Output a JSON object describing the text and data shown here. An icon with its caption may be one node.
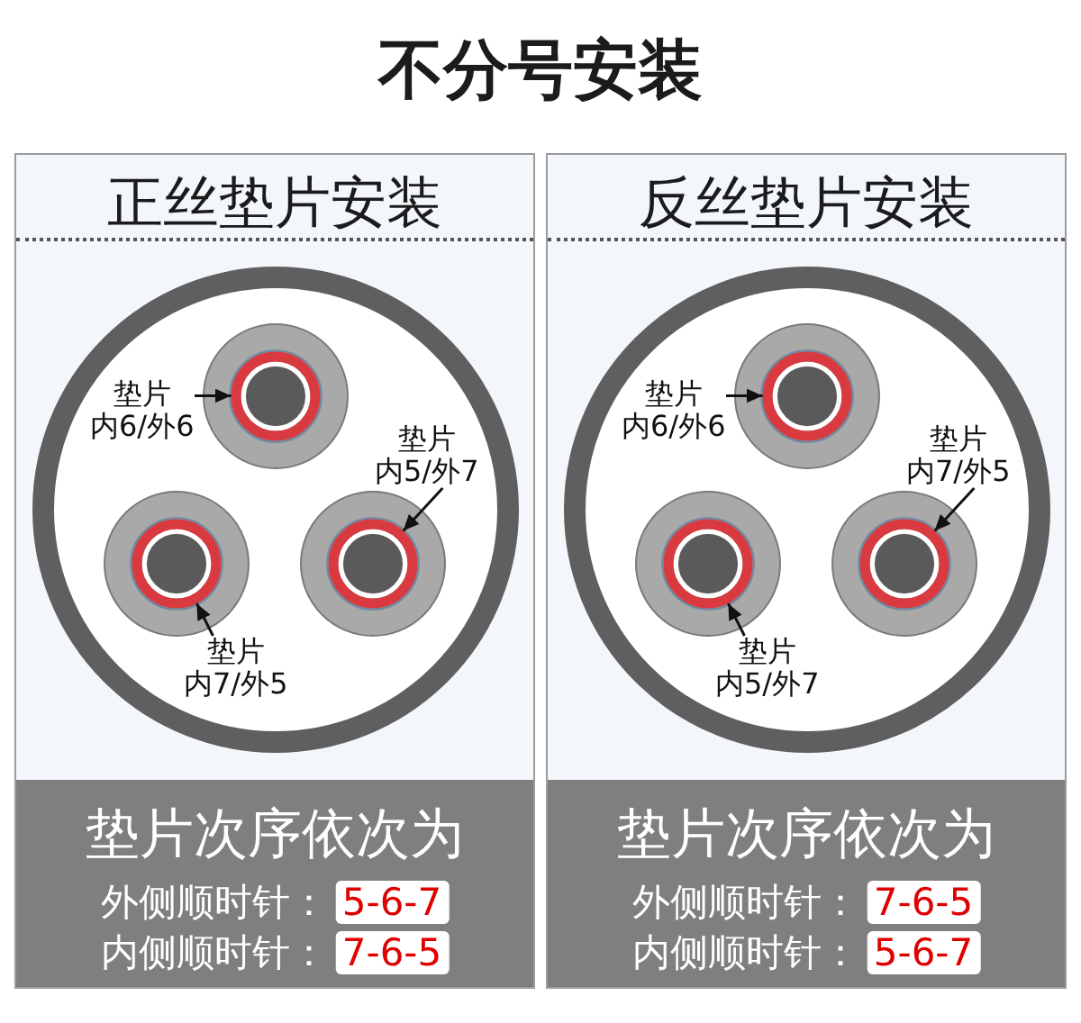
{
  "diagram": {
    "title": "不分号安装",
    "nodes": [
      {
        "text": [
          "正丝垫片安装"
        ]
      },
      {
        "text": [
          "垫片",
          "内6/外6"
        ],
        "in": 0
      },
      {
        "text": [],
        "shape": "ring",
        "in": 0
      },
      {
        "text": [
          "垫片",
          "内5/外7"
        ],
        "in": 0
      },
      {
        "text": [],
        "shape": "ring",
        "in": 0
      },
      {
        "text": [
          "垫片",
          "内7/外5"
        ],
        "in": 0
      },
      {
        "text": [],
        "shape": "ring",
        "in": 0
      },
      {
        "text": [
          "垫片次序依次为",
          "外侧顺时针：",
          "5-6-7",
          "内侧顺时针：",
          "7-6-5"
        ],
        "in": 0
      },
      {
        "text": [
          "反丝垫片安装"
        ]
      },
      {
        "text": [
          "垫片",
          "内6/外6"
        ],
        "in": 8
      },
      {
        "text": [],
        "shape": "ring",
        "in": 8
      },
      {
        "text": [
          "垫片",
          "内7/外5"
        ],
        "in": 8
      },
      {
        "text": [],
        "shape": "ring",
        "in": 8
      },
      {
        "text": [
          "垫片",
          "内5/外7"
        ],
        "in": 8
      },
      {
        "text": [],
        "shape": "ring",
        "in": 8
      },
      {
        "text": [
          "垫片次序依次为",
          "外侧顺时针：",
          "7-6-5",
          "内侧顺时针：",
          "5-6-7"
        ],
        "in": 8
      }
    ],
    "edges": [
      {
        "from": 1,
        "to": 2,
        "arrow": "to"
      },
      {
        "from": 3,
        "to": 4,
        "arrow": "to"
      },
      {
        "from": 5,
        "to": 6,
        "arrow": "to"
      },
      {
        "from": 9,
        "to": 10,
        "arrow": "to"
      },
      {
        "from": 11,
        "to": 12,
        "arrow": "to"
      },
      {
        "from": 13,
        "to": 14,
        "arrow": "to"
      }
    ]
  }
}
